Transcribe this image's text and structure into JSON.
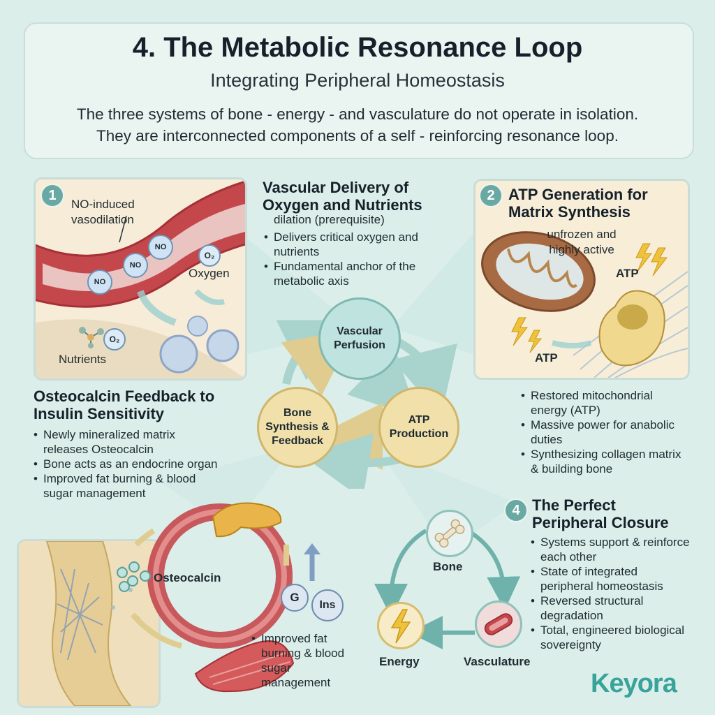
{
  "header": {
    "title": "4. The Metabolic Resonance Loop",
    "subtitle": "Integrating Peripheral Homeostasis",
    "intro_line1": "The three systems of bone - energy - and vasculature do not operate in isolation.",
    "intro_line2": "They are interconnected components of a self - reinforcing resonance loop."
  },
  "panel1": {
    "badge": "1",
    "label_vasodilation": "NO-induced vasodilation",
    "no_label": "NO",
    "o2_label": "O₂",
    "oxygen_label": "Oxygen",
    "nutrients_label": "Nutrients"
  },
  "vascular_section": {
    "title": "Vascular Delivery of Oxygen and Nutrients",
    "line1": "dilation (prerequisite)",
    "bullets": [
      "Delivers critical oxygen and nutrients",
      "Fundamental anchor of the metabolic axis"
    ]
  },
  "panel2": {
    "badge": "2",
    "title": "ATP Generation for Matrix Synthesis",
    "label_active": "unfrozen and highly active",
    "atp_label": "ATP"
  },
  "atp_bullets": [
    "Restored mitochondrial energy (ATP)",
    "Massive power for anabolic duties",
    "Synthesizing collagen matrix & building bone"
  ],
  "osteo_section": {
    "title": "Osteocalcin Feedback to Insulin Sensitivity",
    "bullets": [
      "Newly mineralized matrix releases Osteocalcin",
      "Bone acts as an endocrine organ",
      "Improved fat burning & blood sugar management"
    ]
  },
  "cycle": {
    "vascular": "Vascular Perfusion",
    "bone": "Bone Synthesis & Feedback",
    "atp": "ATP Production"
  },
  "panel3": {
    "osteocalcin_label": "Osteocalcin",
    "g_label": "G",
    "ins_label": "Ins",
    "bullet": "Improved fat burning & blood sugar management"
  },
  "closure_section": {
    "badge": "4",
    "title": "The Perfect Peripheral Closure",
    "bullets": [
      "Systems support & reinforce each other",
      "State of integrated peripheral homeostasis",
      "Reversed structural degradation",
      "Total, engineered biological sovereignty"
    ]
  },
  "mini_cycle": {
    "bone": "Bone",
    "energy": "Energy",
    "vasculature": "Vasculature"
  },
  "logo": "Keyora",
  "colors": {
    "background": "#dbeeea",
    "accent_teal": "#6aa9a3",
    "vessel_red": "#c4474c",
    "node_gold": "#f0dca4",
    "node_teal": "#b9e1dc"
  }
}
